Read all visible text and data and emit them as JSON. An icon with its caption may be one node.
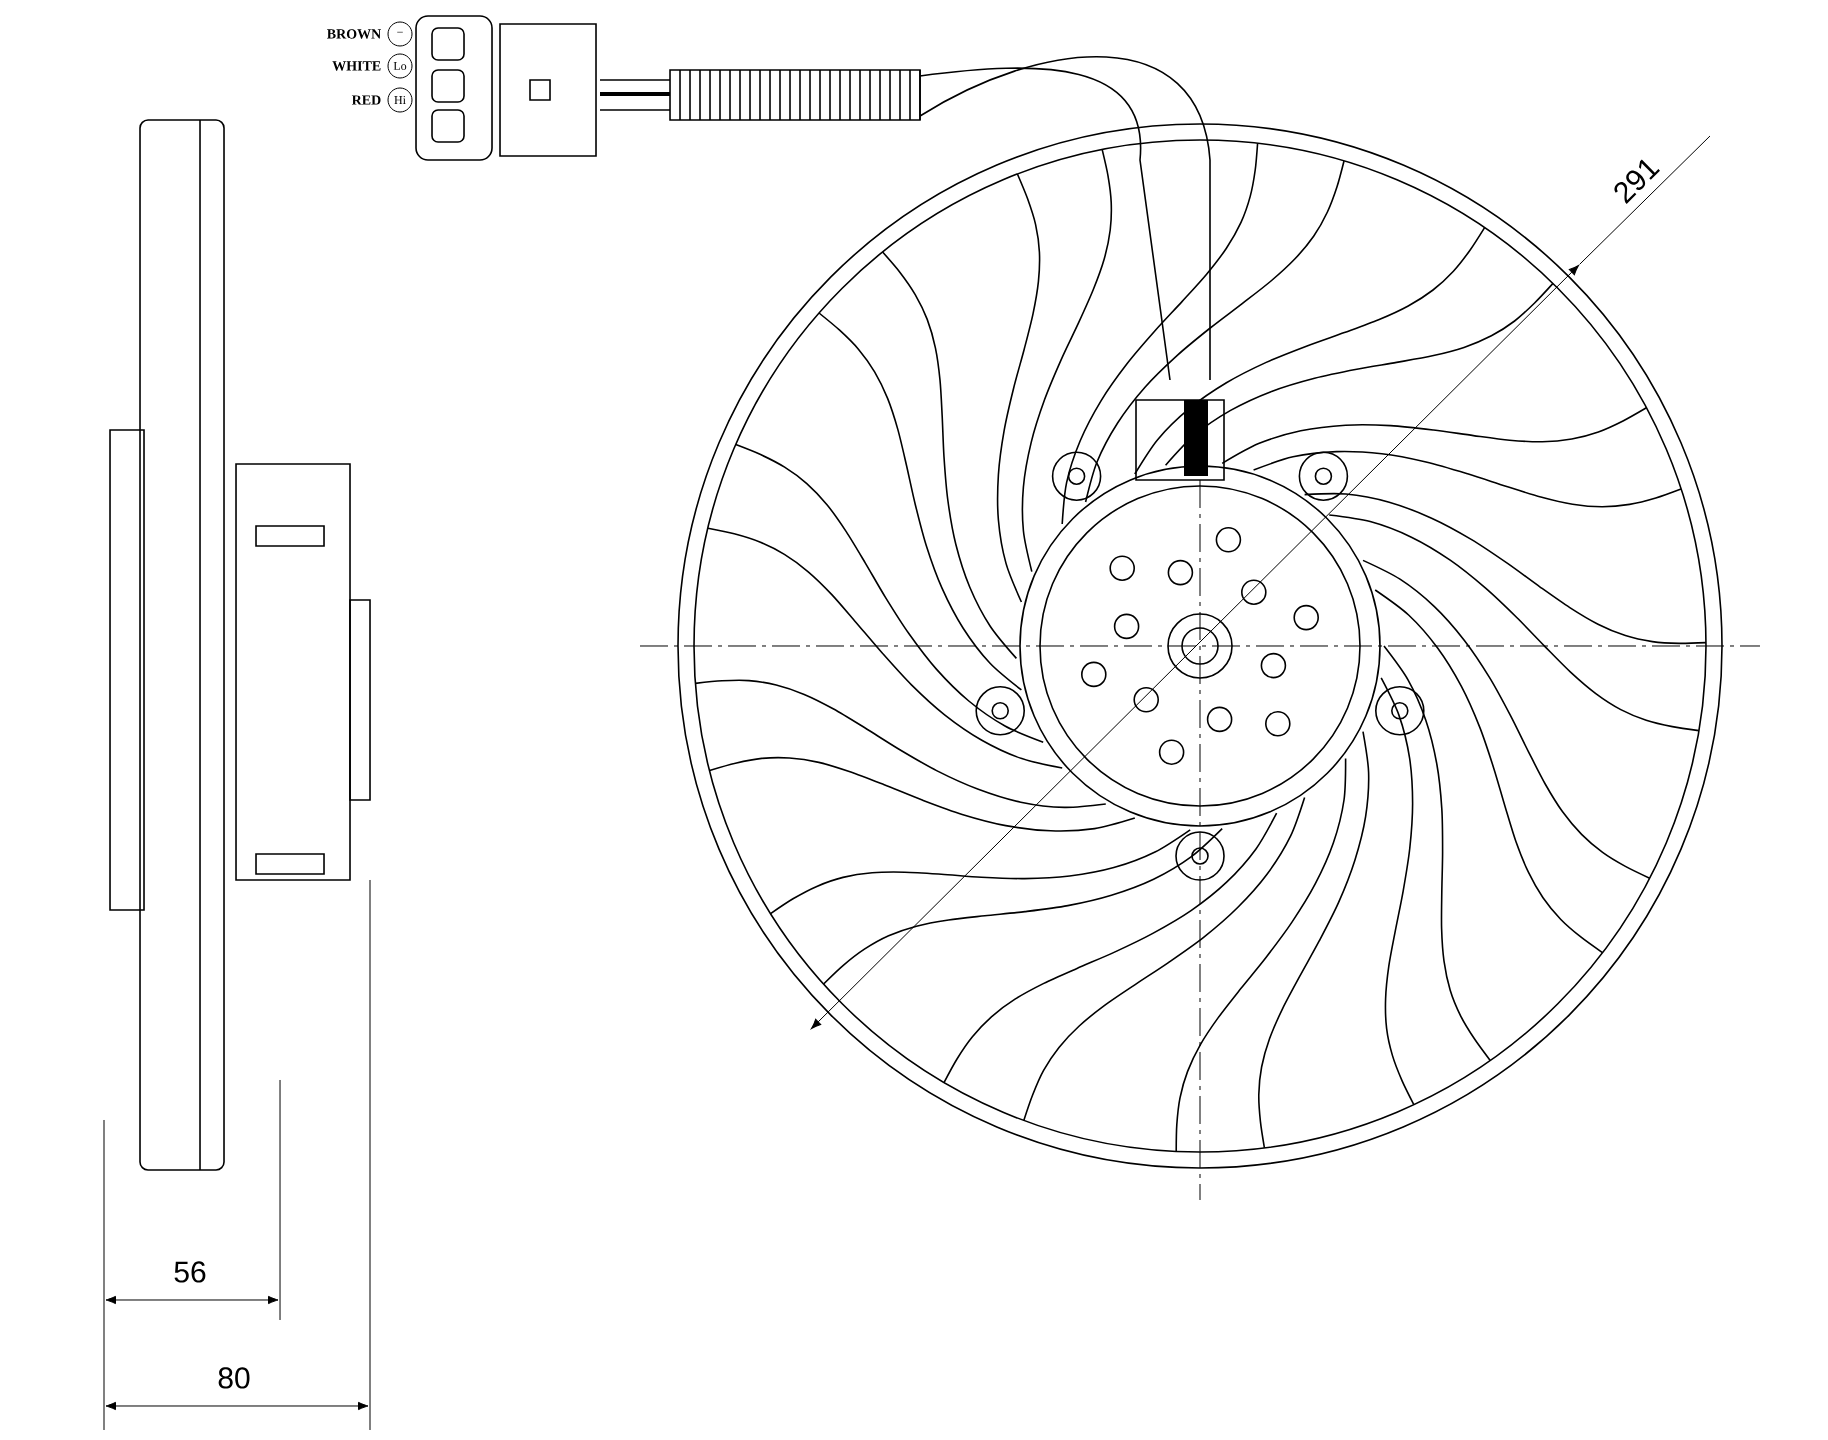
{
  "diagram": {
    "labels": [
      "BROWN",
      "−",
      "WHITE",
      "Lo",
      "RED",
      "Hi",
      "291",
      "56",
      "80"
    ]
  }
}
